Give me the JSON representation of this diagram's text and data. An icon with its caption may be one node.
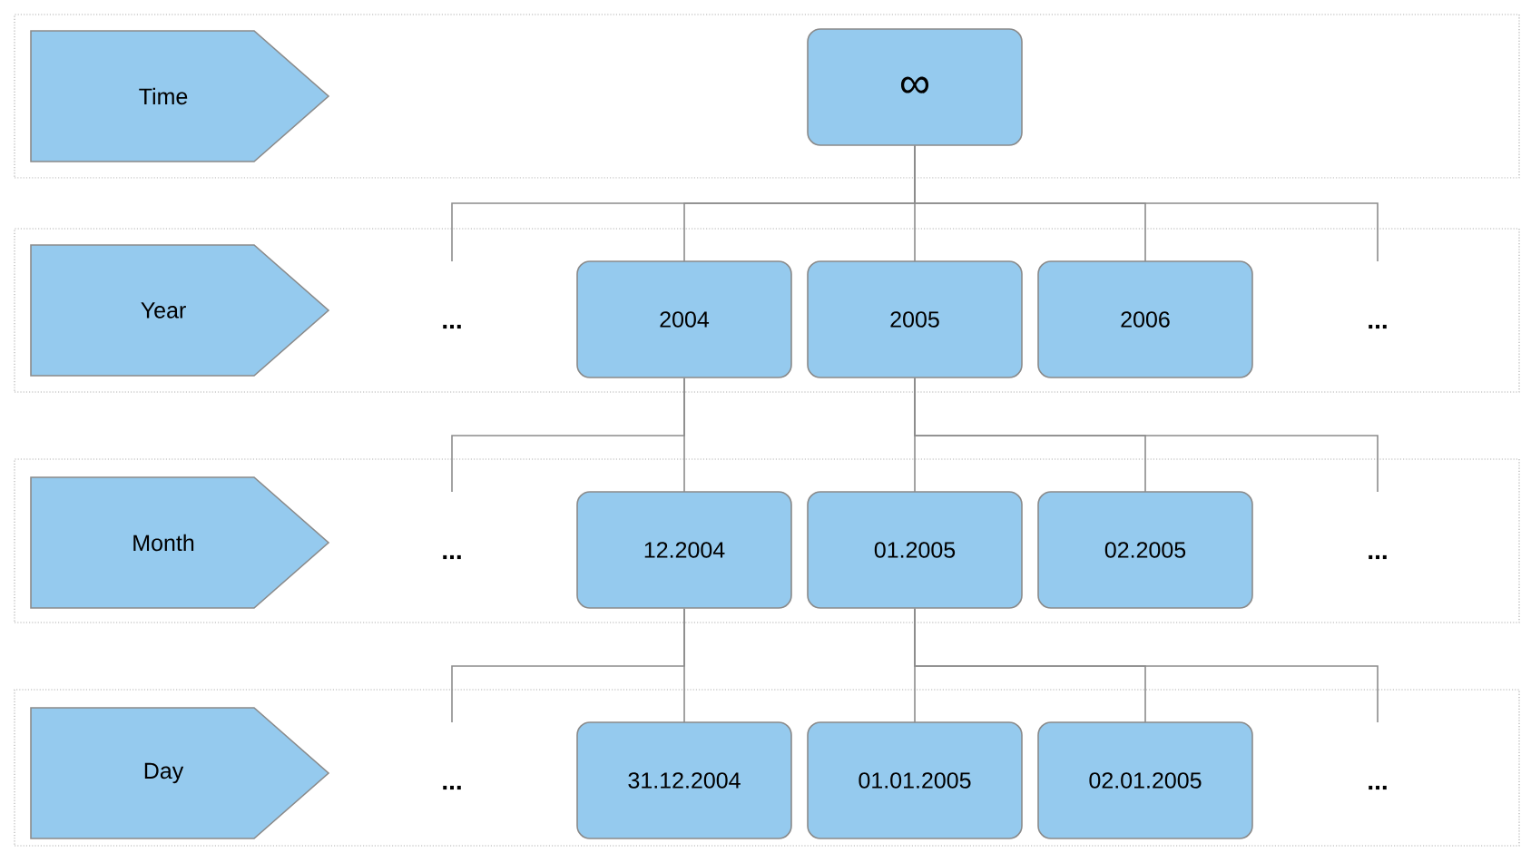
{
  "diagram": {
    "nodes": [
      {
        "text": [],
        "shape": "box"
      },
      {
        "text": [
          "Time"
        ],
        "in": 0
      },
      {
        "text": [
          "∞"
        ],
        "in": 0
      },
      {
        "text": [],
        "shape": "box"
      },
      {
        "text": [
          "Year"
        ],
        "in": 3
      },
      {
        "text": [
          "..."
        ],
        "in": 3
      },
      {
        "text": [
          "2004"
        ],
        "in": 3
      },
      {
        "text": [
          "2005"
        ],
        "in": 3
      },
      {
        "text": [
          "2006"
        ],
        "in": 3
      },
      {
        "text": [
          "..."
        ],
        "in": 3
      },
      {
        "text": [],
        "shape": "box"
      },
      {
        "text": [
          "Month"
        ],
        "in": 10
      },
      {
        "text": [
          "..."
        ],
        "in": 10
      },
      {
        "text": [
          "12.2004"
        ],
        "in": 10
      },
      {
        "text": [
          "01.2005"
        ],
        "in": 10
      },
      {
        "text": [
          "02.2005"
        ],
        "in": 10
      },
      {
        "text": [
          "..."
        ],
        "in": 10
      },
      {
        "text": [],
        "shape": "box"
      },
      {
        "text": [
          "Day"
        ],
        "in": 17
      },
      {
        "text": [
          "..."
        ],
        "in": 17
      },
      {
        "text": [
          "31.12.2004"
        ],
        "in": 17
      },
      {
        "text": [
          "01.01.2005"
        ],
        "in": 17
      },
      {
        "text": [
          "02.01.2005"
        ],
        "in": 17
      },
      {
        "text": [
          "..."
        ],
        "in": 17
      }
    ],
    "edges": [
      {
        "from": 2,
        "to": 5,
        "arrow": "none"
      },
      {
        "from": 2,
        "to": 6,
        "arrow": "none"
      },
      {
        "from": 2,
        "to": 7,
        "arrow": "none"
      },
      {
        "from": 2,
        "to": 8,
        "arrow": "none"
      },
      {
        "from": 2,
        "to": 9,
        "arrow": "none"
      },
      {
        "from": 6,
        "to": 12,
        "arrow": "none"
      },
      {
        "from": 6,
        "to": 13,
        "arrow": "none"
      },
      {
        "from": 7,
        "to": 14,
        "arrow": "none"
      },
      {
        "from": 7,
        "to": 15,
        "arrow": "none"
      },
      {
        "from": 7,
        "to": 16,
        "arrow": "none"
      },
      {
        "from": 13,
        "to": 19,
        "arrow": "none"
      },
      {
        "from": 13,
        "to": 20,
        "arrow": "none"
      },
      {
        "from": 14,
        "to": 21,
        "arrow": "none"
      },
      {
        "from": 14,
        "to": 22,
        "arrow": "none"
      },
      {
        "from": 14,
        "to": 23,
        "arrow": "none"
      }
    ]
  }
}
